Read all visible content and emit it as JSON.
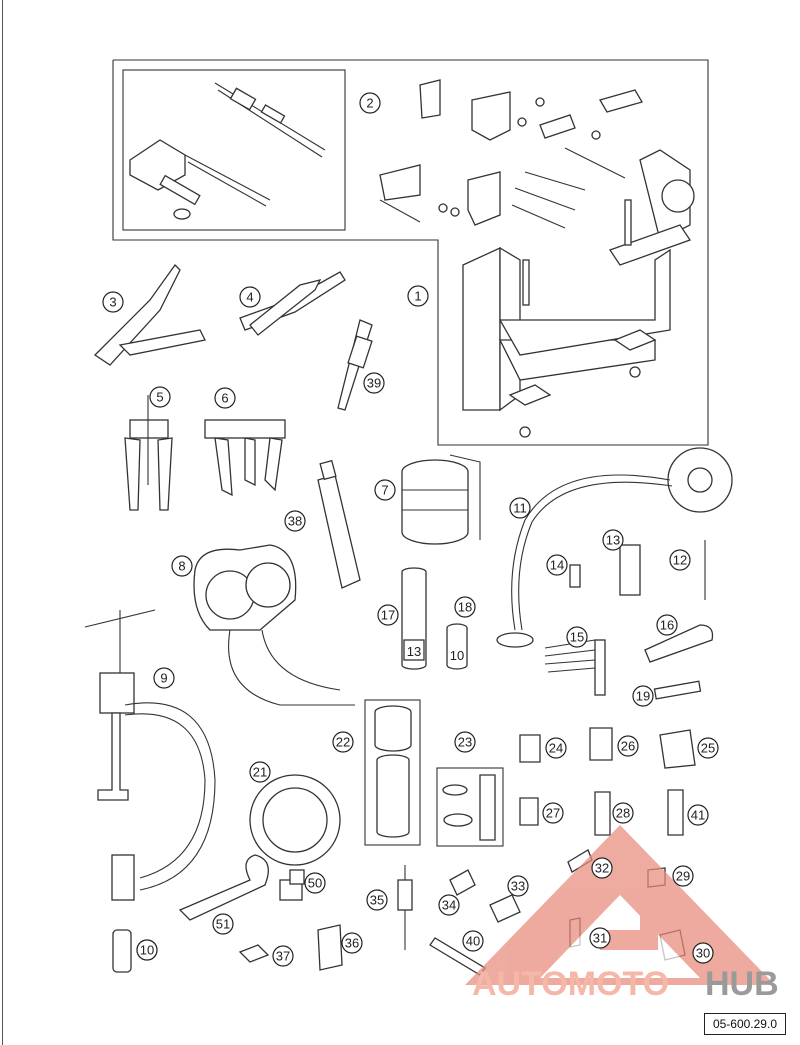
{
  "diagram": {
    "callout_numbers": [
      "1",
      "2",
      "3",
      "4",
      "5",
      "6",
      "7",
      "8",
      "9",
      "10",
      "10",
      "11",
      "12",
      "13",
      "14",
      "15",
      "16",
      "17",
      "18",
      "19",
      "21",
      "22",
      "23",
      "24",
      "25",
      "26",
      "27",
      "28",
      "29",
      "30",
      "31",
      "32",
      "33",
      "34",
      "35",
      "36",
      "37",
      "38",
      "39",
      "40",
      "41",
      "50",
      "51"
    ],
    "socket_labels": {
      "left": "13",
      "right": "10"
    }
  },
  "watermark": {
    "text_a": "AUTOMOTO",
    "text_b": "HUB",
    "color_a": "#f5b8a8",
    "color_b": "#9a9a9a",
    "triangle_color": "#e88a7a"
  },
  "drawing_code": "05-600.29.0"
}
